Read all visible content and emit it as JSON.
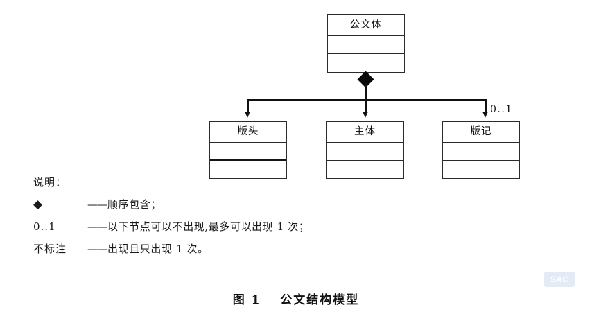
{
  "diagram": {
    "type": "uml-composition",
    "root": {
      "name": "公文体",
      "compartments": 3
    },
    "children": [
      {
        "name": "版头",
        "multiplicity": "",
        "thick_divider": true
      },
      {
        "name": "主体",
        "multiplicity": "",
        "thick_divider": false
      },
      {
        "name": "版记",
        "multiplicity": "0..1",
        "thick_divider": false
      }
    ],
    "colors": {
      "line": "#111111",
      "box_border": "#2b2b2b",
      "background": "#ffffff"
    }
  },
  "legend": {
    "heading": "说明：",
    "rows": [
      {
        "key": "◆",
        "dash": "——",
        "desc": "顺序包含；"
      },
      {
        "key": "0..1",
        "dash": "——",
        "desc": "以下节点可以不出现,最多可以出现 1 次；"
      },
      {
        "key": "不标注",
        "dash": "——",
        "desc": "出现且只出现 1 次。"
      }
    ]
  },
  "caption": {
    "figure_label": "图 1",
    "title": "公文结构模型"
  },
  "watermark": {
    "text": "SAC"
  }
}
